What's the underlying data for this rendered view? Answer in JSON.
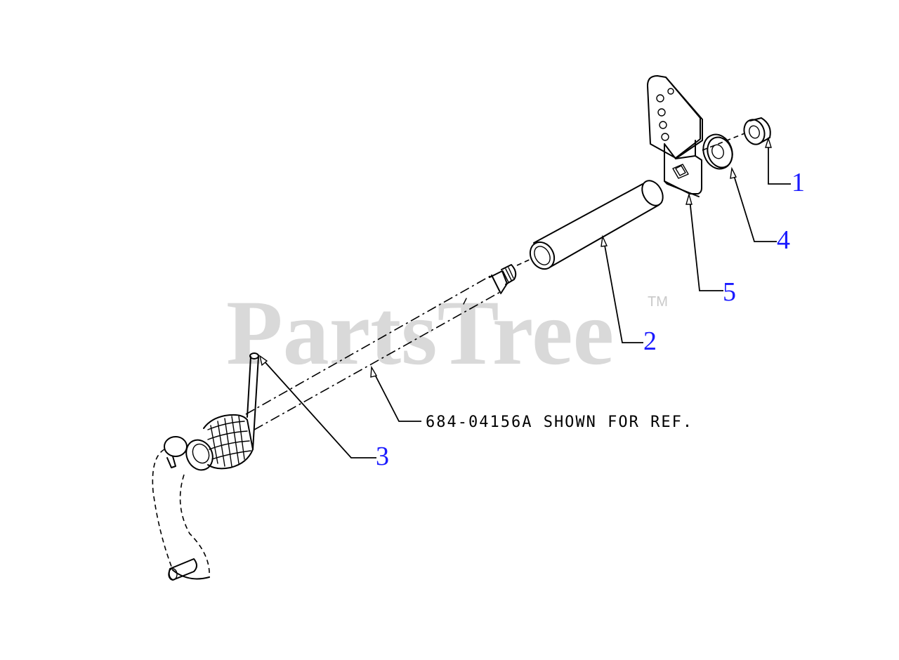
{
  "watermark": {
    "text": "PartsTree",
    "trademark": "TM",
    "color": "#d3d3d3"
  },
  "callouts": {
    "color": "#1a1aff",
    "items": [
      {
        "id": "1",
        "label": "1"
      },
      {
        "id": "2",
        "label": "2"
      },
      {
        "id": "3",
        "label": "3"
      },
      {
        "id": "4",
        "label": "4"
      },
      {
        "id": "5",
        "label": "5"
      }
    ]
  },
  "note": {
    "text": "684-04156A SHOWN FOR REF."
  }
}
